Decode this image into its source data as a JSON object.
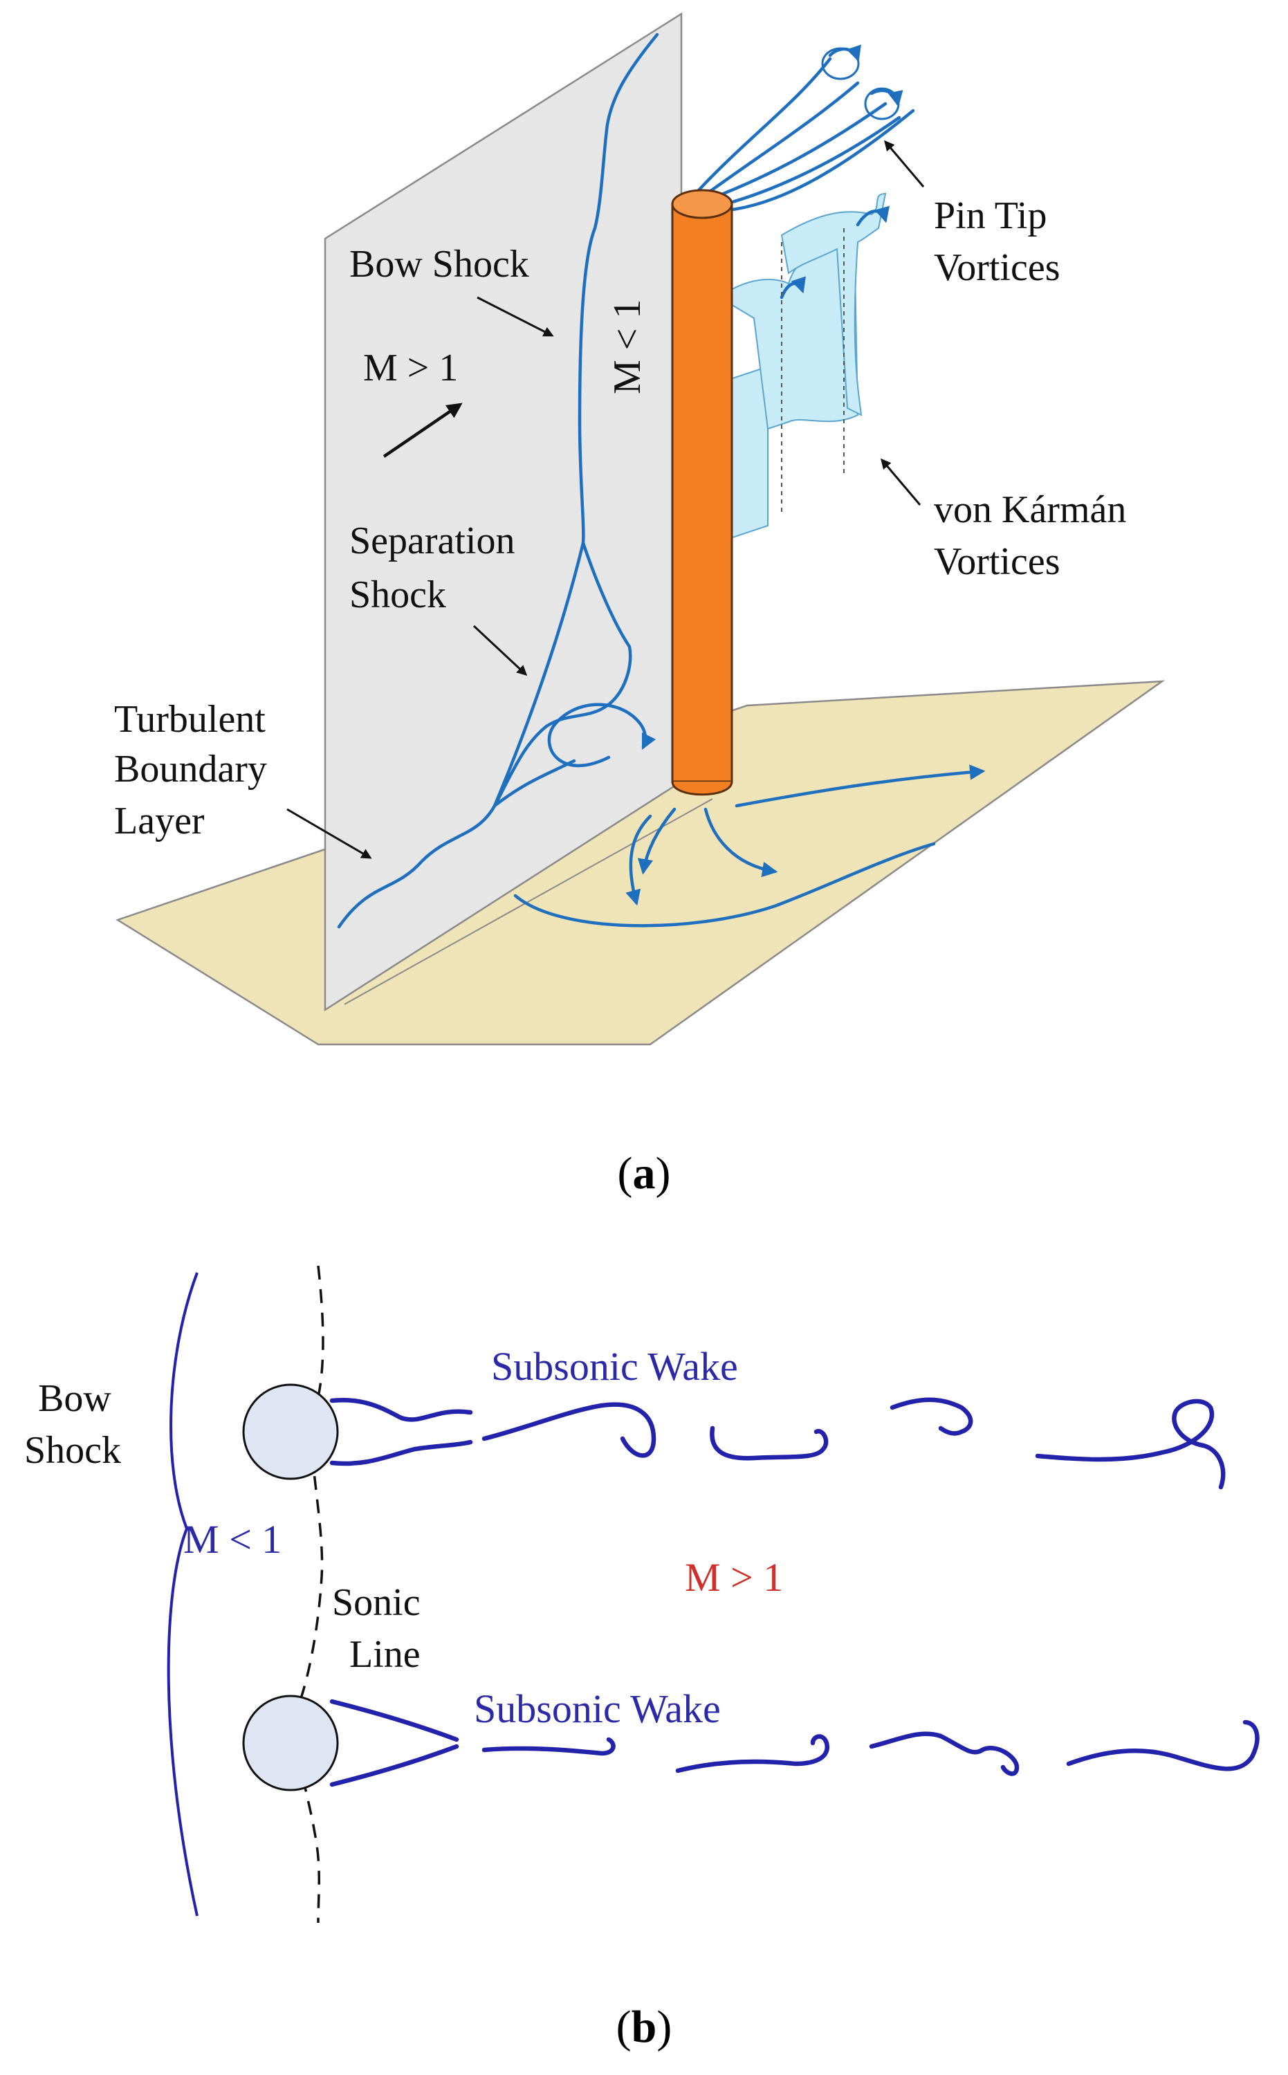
{
  "panel_a": {
    "caption_open": "(",
    "caption_letter": "a",
    "caption_close": ")",
    "labels": {
      "bow_shock": "Bow Shock",
      "mach_sub": "M < 1",
      "mach_super": "M > 1",
      "separation_line1": "Separation",
      "separation_line2": "Shock",
      "turbulent_line1": "Turbulent",
      "turbulent_line2": "Boundary",
      "turbulent_line3": "Layer",
      "pin_tip_line1": "Pin Tip",
      "pin_tip_line2": "Vortices",
      "von_karman_line1": "von Kármán",
      "von_karman_line2": "Vortices"
    },
    "colors": {
      "floor": "#efe3b8",
      "plate": "#e6e6e6",
      "pin": "#f37f22",
      "flow_lines": "#1f6fbf",
      "vortex_sheet": "#c8ecf7"
    }
  },
  "panel_b": {
    "caption_open": "(",
    "caption_letter": "b",
    "caption_close": ")",
    "labels": {
      "bow_line1": "Bow",
      "bow_line2": "Shock",
      "mach_sub": "M < 1",
      "sonic_line1": "Sonic",
      "sonic_line2": "Line",
      "mach_super": "M > 1",
      "wake_top": "Subsonic Wake",
      "wake_bottom": "Subsonic Wake"
    },
    "colors": {
      "cylinder": "#dde6f2",
      "wake": "#2222aa",
      "mach_super_text": "#d0302c"
    }
  }
}
